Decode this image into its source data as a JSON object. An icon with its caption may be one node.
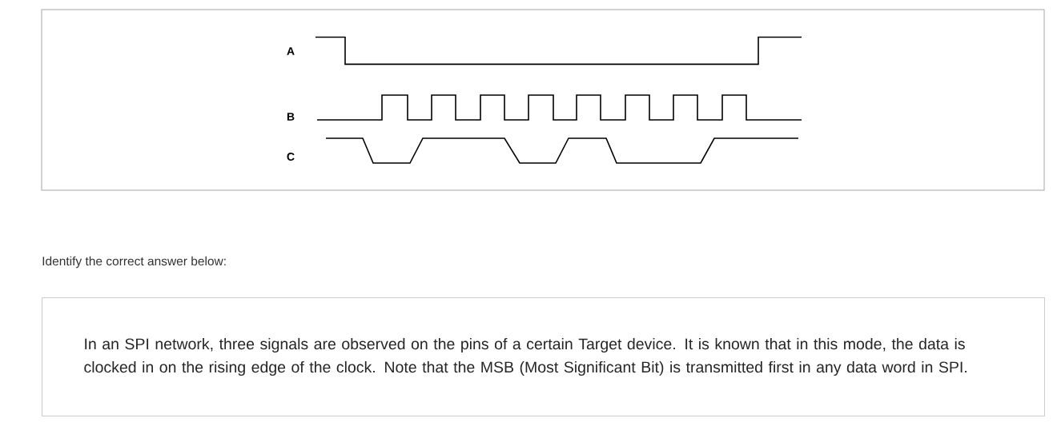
{
  "diagram": {
    "nodes": [
      {
        "text": [
          "In an SPI network, three signals are observed on the pins of a certain Target device. It is known that in this mode, the data is clocked in on the rising edge of the clock. Note that the MSB (Most Significant Bit) is transmitted first in any data word in SPI."
        ]
      }
    ],
    "edges": [],
    "labels": [
      "A",
      "B",
      "C",
      "Identify the correct answer below:"
    ]
  }
}
